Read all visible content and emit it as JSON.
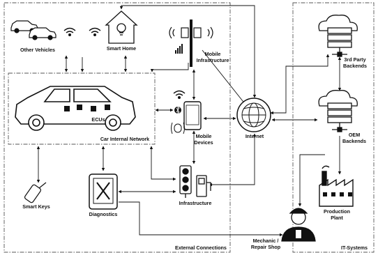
{
  "nodes": {
    "other_vehicles": "Other Vehicles",
    "smart_home": "Smart Home",
    "mobile_infrastructure": "Mobile\nInfrastructure",
    "third_party_backends": "3rd Party\nBackends",
    "ecus": "ECUs",
    "car_internal_network": "Car Internal Network",
    "mobile_devices": "Mobile\nDevices",
    "internet": "Internet",
    "oem_backends": "OEM\nBackends",
    "smart_keys": "Smart Keys",
    "diagnostics": "Diagnostics",
    "infrastructure": "Infrastructure",
    "production_plant": "Production\nPlant",
    "mechanic_repair_shop": "Mechanic /\nRepair Shop"
  },
  "regions": {
    "external_connections": "External Connections",
    "it_systems": "IT-Systems"
  },
  "icons": [
    "car-icon",
    "smart-home-icon",
    "wifi-icon",
    "cell-tower-icon",
    "signal-bars-icon",
    "cloud-server-icon",
    "smartphone-icon",
    "bluetooth-icon",
    "nfc-icon",
    "globe-icon",
    "key-fob-icon",
    "diagnostics-tablet-icon",
    "traffic-light-icon",
    "charging-station-icon",
    "factory-icon",
    "mechanic-icon"
  ]
}
